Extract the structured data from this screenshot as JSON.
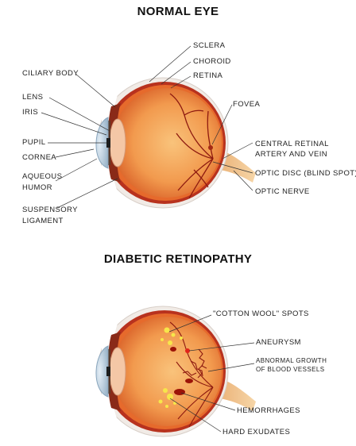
{
  "titles": {
    "normal": "NORMAL EYE",
    "dr": "DIABETIC RETINOPATHY"
  },
  "normal_eye_labels": {
    "sclera": "SCLERA",
    "choroid": "CHOROID",
    "retina": "RETINA",
    "ciliary_body": "CILIARY BODY",
    "lens": "LENS",
    "iris": "IRIS",
    "fovea": "FOVEA",
    "pupil": "PUPIL",
    "cornea": "CORNEA",
    "central_retinal_1": "CENTRAL RETINAL",
    "central_retinal_2": "ARTERY AND VEIN",
    "aqueous_1": "AQUEOUS",
    "aqueous_2": "HUMOR",
    "optic_disc": "OPTIC DISC (BLIND SPOT)",
    "optic_nerve": "OPTIC NERVE",
    "suspensory_1": "SUSPENSORY",
    "suspensory_2": "LIGAMENT"
  },
  "dr_labels": {
    "cotton_wool": "\"COTTON WOOL\" SPOTS",
    "aneurysm": "ANEURYSM",
    "abnormal_1": "ABNORMAL GROWTH",
    "abnormal_2": "OF BLOOD VESSELS",
    "hemorrhages": "HEMORRHAGES",
    "hard_exudates": "HARD EXUDATES"
  },
  "colors": {
    "sclera": "#f1ebe6",
    "choroid": "#b8321e",
    "retina": "#e66a2c",
    "interior": "#f2a055",
    "vessel": "#8e1a10",
    "optic_nerve": "#e9b47a",
    "cornea": "#c9dbe8",
    "exudate": "#f7e64a"
  }
}
